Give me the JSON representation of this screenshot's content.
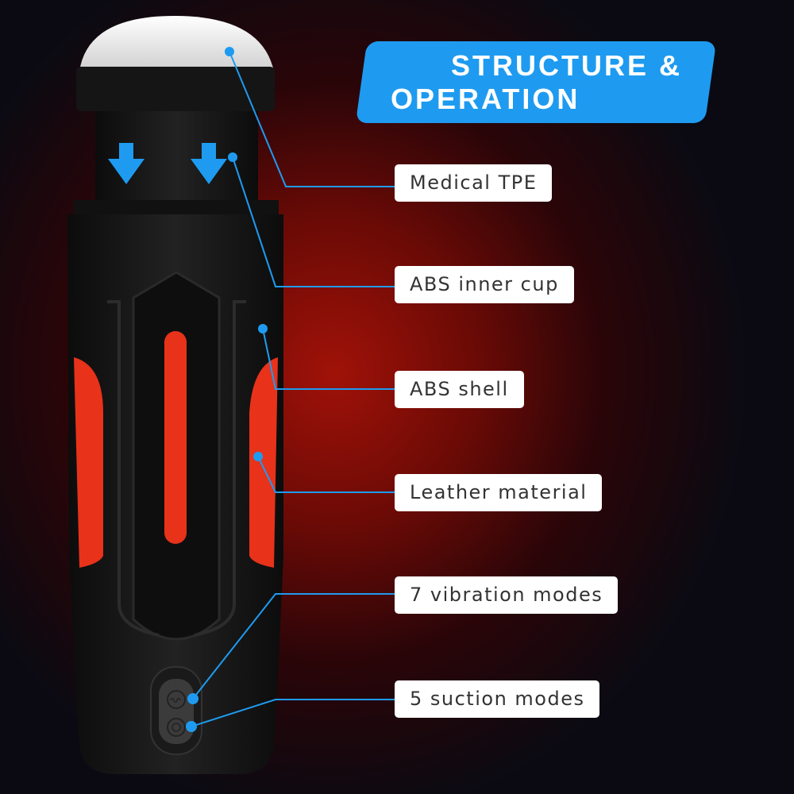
{
  "title": {
    "line1": "STRUCTURE &",
    "line2": "OPERATION"
  },
  "labels": [
    "Medical TPE",
    "ABS inner cup",
    "ABS shell",
    "Leather material",
    "7 vibration modes",
    "5 suction modes"
  ],
  "colors": {
    "accent": "#1e9bf0",
    "leather": "#e8321a",
    "body": "#151515"
  }
}
